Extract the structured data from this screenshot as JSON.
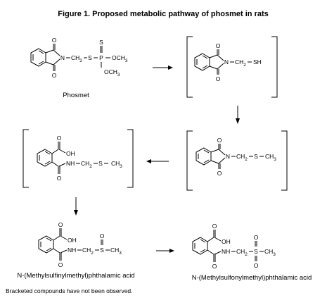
{
  "title": "Figure 1.  Proposed metabolic pathway of phosmet in rats",
  "compounds": {
    "phosmet": {
      "name": "Phosmet",
      "atoms": {
        "n": "N",
        "o_top": "O",
        "o_bottom": "O",
        "s1": "S",
        "p": "P",
        "s_top": "S",
        "och3_right": "OCH",
        "och3_down": "OCH",
        "sub3": "3",
        "ch2": "CH",
        "sub2": "2"
      }
    },
    "thiol": {
      "atoms": {
        "n": "N",
        "o_top": "O",
        "o_bottom": "O",
        "chain": "CH",
        "sub2": "2",
        "sh": "SH"
      }
    },
    "methylthio_imide": {
      "atoms": {
        "n": "N",
        "o_top": "O",
        "o_bottom": "O",
        "ch2": "CH",
        "sub2": "2",
        "s": "S",
        "ch3": "CH",
        "sub3": "3"
      }
    },
    "methylthio_acid": {
      "atoms": {
        "oh": "OH",
        "o_top": "O",
        "o_bottom": "O",
        "nh": "NH",
        "ch2": "CH",
        "sub2": "2",
        "s": "S",
        "ch3": "CH",
        "sub3": "3"
      }
    },
    "sulfinyl_acid": {
      "name": "N-(Methylsulfinylmethyl)phthalamic acid",
      "atoms": {
        "oh": "OH",
        "o_top": "O",
        "o_bottom": "O",
        "o_s": "O",
        "nh": "NH",
        "ch2": "CH",
        "sub2": "2",
        "s": "S",
        "ch3": "CH",
        "sub3": "3"
      }
    },
    "sulfonyl_acid": {
      "name": "N-(Methylsulfonylmethyl)phthalamic acid",
      "atoms": {
        "oh": "OH",
        "o_top": "O",
        "o_bottom": "O",
        "o_s_top": "O",
        "o_s_bottom": "O",
        "nh": "NH",
        "ch2": "CH",
        "sub2": "2",
        "s": "S",
        "ch3": "CH",
        "sub3": "3"
      }
    }
  },
  "footnote": "Bracketed compounds have not been observed."
}
